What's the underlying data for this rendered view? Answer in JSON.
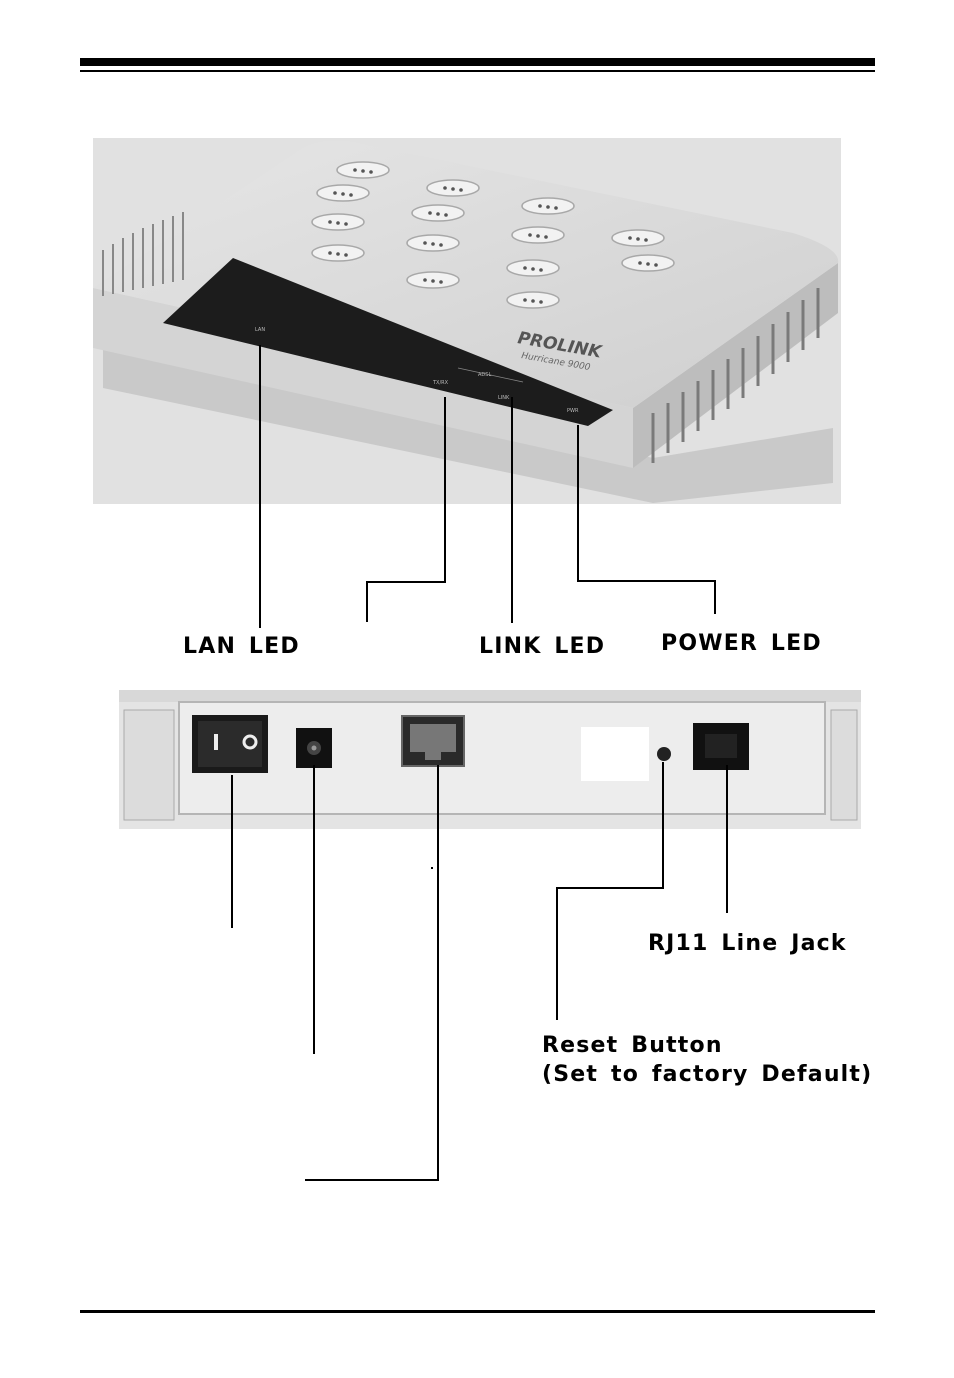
{
  "front_labels": {
    "lan_led": "LAN LED",
    "link_led": "LINK LED",
    "power_led": "POWER LED"
  },
  "rear_labels": {
    "rj11": "RJ11 Line Jack",
    "reset_line1": "Reset Button",
    "reset_line2": "(Set to factory Default)"
  },
  "device_markings": {
    "brand": "PROLINK",
    "model": "Hurricane 9000",
    "led_lan": "LAN",
    "led_adsl": "ADSL",
    "led_txrx": "TX/RX",
    "led_link": "LINK",
    "led_pwr": "PWR"
  }
}
